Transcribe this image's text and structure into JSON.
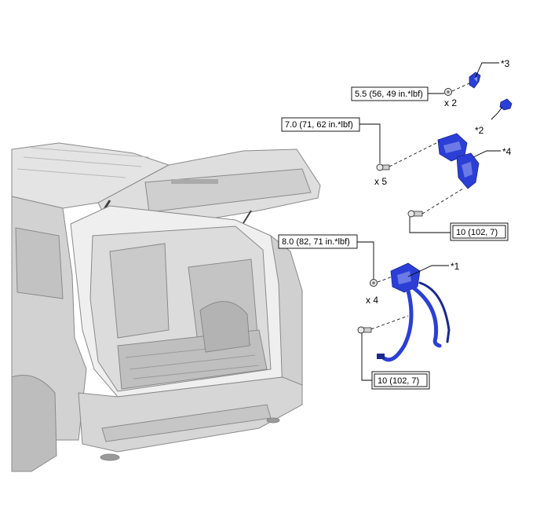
{
  "figure": {
    "torque_labels": {
      "bracket_nut": "5.5 (56, 49 in.*lbf)",
      "bracket_bolt": "7.0 (71, 62 in.*lbf)",
      "bracket_lower_bolt": "10 (102, 7)",
      "assembly_nut": "8.0 (82, 71 in.*lbf)",
      "assembly_bolt": "10 (102, 7)"
    },
    "quantities": {
      "bracket_nut": "x 2",
      "bracket_bolt": "x 5",
      "assembly_nut": "x 4"
    },
    "callouts": {
      "c1": "*1",
      "c2": "*2",
      "c3": "*3",
      "c4": "*4"
    },
    "colors": {
      "part_blue": "#2b3fd6",
      "part_blue_dark": "#1a2890",
      "vehicle_gray": "#d9d9d9",
      "line": "#000000"
    }
  }
}
